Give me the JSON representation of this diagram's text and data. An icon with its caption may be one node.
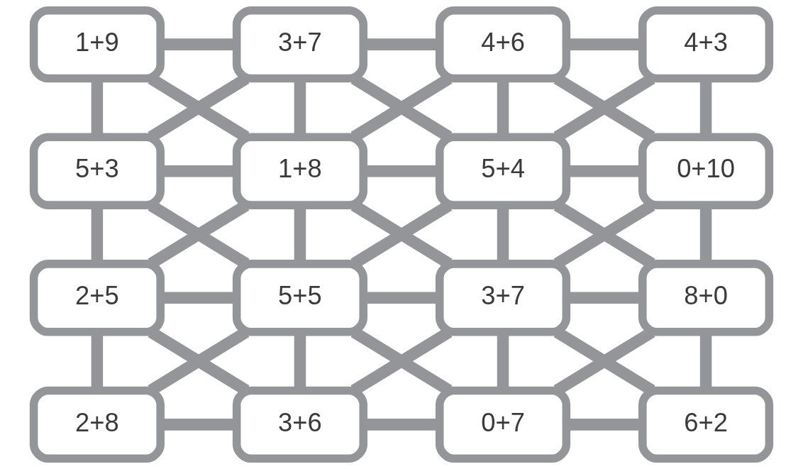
{
  "diagram": {
    "nodes": [
      {
        "text": [
          "1+9"
        ]
      },
      {
        "text": [
          "3+7"
        ]
      },
      {
        "text": [
          "4+6"
        ]
      },
      {
        "text": [
          "4+3"
        ]
      },
      {
        "text": [
          "5+3"
        ]
      },
      {
        "text": [
          "1+8"
        ]
      },
      {
        "text": [
          "5+4"
        ]
      },
      {
        "text": [
          "0+10"
        ]
      },
      {
        "text": [
          "2+5"
        ]
      },
      {
        "text": [
          "5+5"
        ]
      },
      {
        "text": [
          "3+7"
        ]
      },
      {
        "text": [
          "8+0"
        ]
      },
      {
        "text": [
          "2+8"
        ]
      },
      {
        "text": [
          "3+6"
        ]
      },
      {
        "text": [
          "0+7"
        ]
      },
      {
        "text": [
          "6+2"
        ]
      }
    ],
    "edges": [
      {
        "from": 0,
        "to": 1,
        "arrow": "none"
      },
      {
        "from": 1,
        "to": 2,
        "arrow": "none"
      },
      {
        "from": 2,
        "to": 3,
        "arrow": "none"
      },
      {
        "from": 0,
        "to": 4,
        "arrow": "none"
      },
      {
        "from": 1,
        "to": 5,
        "arrow": "none"
      },
      {
        "from": 2,
        "to": 6,
        "arrow": "none"
      },
      {
        "from": 3,
        "to": 7,
        "arrow": "none"
      },
      {
        "from": 0,
        "to": 5,
        "arrow": "none"
      },
      {
        "from": 1,
        "to": 4,
        "arrow": "none"
      },
      {
        "from": 1,
        "to": 6,
        "arrow": "none"
      },
      {
        "from": 2,
        "to": 5,
        "arrow": "none"
      },
      {
        "from": 2,
        "to": 7,
        "arrow": "none"
      },
      {
        "from": 3,
        "to": 6,
        "arrow": "none"
      },
      {
        "from": 4,
        "to": 5,
        "arrow": "none"
      },
      {
        "from": 5,
        "to": 6,
        "arrow": "none"
      },
      {
        "from": 6,
        "to": 7,
        "arrow": "none"
      },
      {
        "from": 4,
        "to": 8,
        "arrow": "none"
      },
      {
        "from": 5,
        "to": 9,
        "arrow": "none"
      },
      {
        "from": 6,
        "to": 10,
        "arrow": "none"
      },
      {
        "from": 7,
        "to": 11,
        "arrow": "none"
      },
      {
        "from": 4,
        "to": 9,
        "arrow": "none"
      },
      {
        "from": 5,
        "to": 8,
        "arrow": "none"
      },
      {
        "from": 5,
        "to": 10,
        "arrow": "none"
      },
      {
        "from": 6,
        "to": 9,
        "arrow": "none"
      },
      {
        "from": 6,
        "to": 11,
        "arrow": "none"
      },
      {
        "from": 7,
        "to": 10,
        "arrow": "none"
      },
      {
        "from": 8,
        "to": 9,
        "arrow": "none"
      },
      {
        "from": 9,
        "to": 10,
        "arrow": "none"
      },
      {
        "from": 10,
        "to": 11,
        "arrow": "none"
      },
      {
        "from": 8,
        "to": 12,
        "arrow": "none"
      },
      {
        "from": 9,
        "to": 13,
        "arrow": "none"
      },
      {
        "from": 10,
        "to": 14,
        "arrow": "none"
      },
      {
        "from": 11,
        "to": 15,
        "arrow": "none"
      },
      {
        "from": 8,
        "to": 13,
        "arrow": "none"
      },
      {
        "from": 9,
        "to": 12,
        "arrow": "none"
      },
      {
        "from": 9,
        "to": 14,
        "arrow": "none"
      },
      {
        "from": 10,
        "to": 13,
        "arrow": "none"
      },
      {
        "from": 10,
        "to": 15,
        "arrow": "none"
      },
      {
        "from": 11,
        "to": 14,
        "arrow": "none"
      },
      {
        "from": 12,
        "to": 13,
        "arrow": "none"
      },
      {
        "from": 13,
        "to": 14,
        "arrow": "none"
      },
      {
        "from": 14,
        "to": 15,
        "arrow": "none"
      }
    ]
  }
}
